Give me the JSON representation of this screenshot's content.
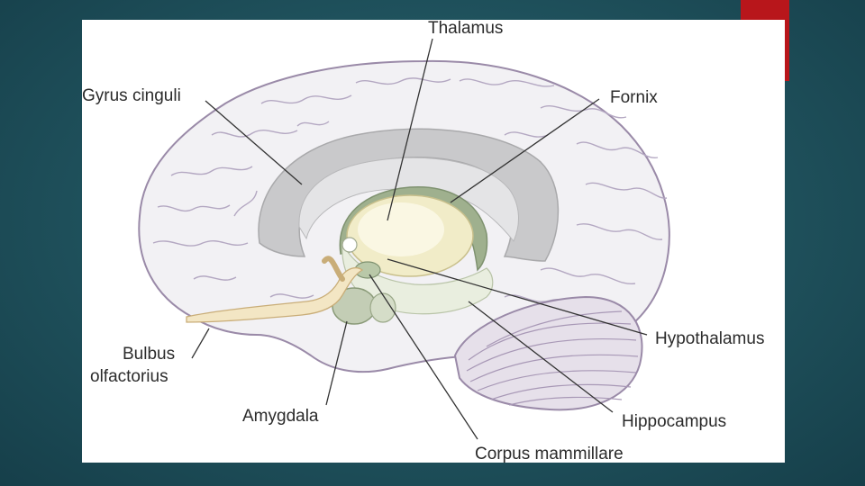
{
  "slide": {
    "accent_color": "#b8161b",
    "background_color": "#215560"
  },
  "diagram": {
    "labels": {
      "thalamus": "Thalamus",
      "gyrus_cinguli": "Gyrus cinguli",
      "fornix": "Fornix",
      "hypothalamus": "Hypothalamus",
      "bulbus_line1": "Bulbus",
      "bulbus_line2": "olfactorius",
      "amygdala": "Amygdala",
      "hippocampus": "Hippocampus",
      "corpus_mammillare": "Corpus mammillare"
    }
  }
}
